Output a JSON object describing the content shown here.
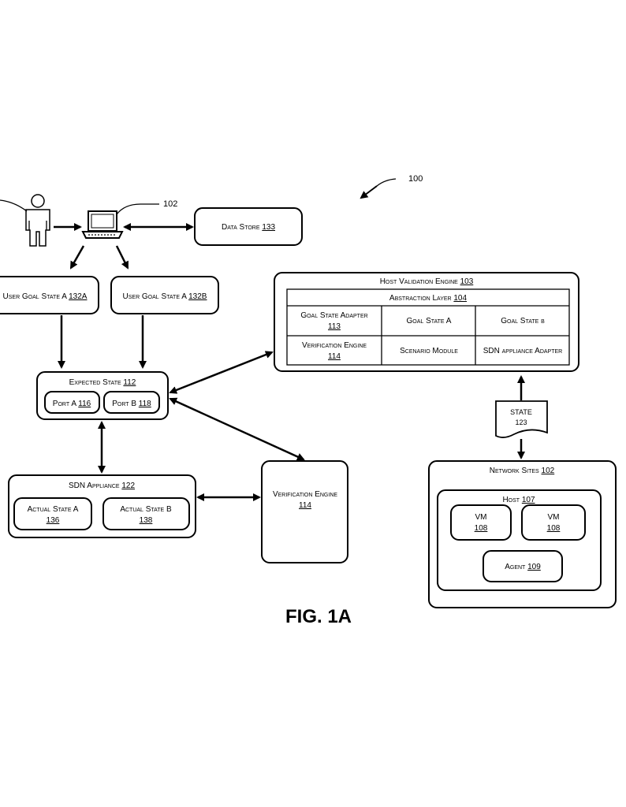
{
  "figure": {
    "ref_system": "100",
    "ref_computer": "102",
    "caption": "FIG. 1A"
  },
  "data_store": {
    "name": "Data Store",
    "num": "133"
  },
  "user_goal_a": {
    "name": "User Goal State A",
    "num": "132A"
  },
  "user_goal_b": {
    "name": "User Goal State A",
    "num": "132B"
  },
  "expected_state": {
    "name": "Expected State",
    "num": "112",
    "port_a": {
      "name": "Port A",
      "num": "116"
    },
    "port_b": {
      "name": "Port B",
      "num": "118"
    }
  },
  "sdn_appliance": {
    "name": "SDN Appliance",
    "num": "122",
    "actual_a": {
      "name": "Actual State A",
      "num": "136"
    },
    "actual_b": {
      "name": "Actual State B",
      "num": "138"
    }
  },
  "verification_engine": {
    "name": "Verification Engine",
    "num": "114"
  },
  "host_validation": {
    "name": "Host Validation Engine",
    "num": "103",
    "abstraction": {
      "name": "Abstraction Layer",
      "num": "104"
    },
    "goal_adapter": {
      "name": "Goal State Adapter",
      "num": "113"
    },
    "goal_state_a": "Goal State A",
    "goal_state_b": "Goal State b",
    "verif_engine": {
      "name": "Verification Engine",
      "num": "114"
    },
    "scenario": "Scenario Module",
    "sdn_adapter": "SDN appliance Adapter"
  },
  "state_doc": {
    "name": "STATE",
    "num": "123"
  },
  "network_sites": {
    "name": "Network Sites",
    "num": "102",
    "host": {
      "name": "Host",
      "num": "107"
    },
    "vm1": {
      "name": "VM",
      "num": "108"
    },
    "vm2": {
      "name": "VM",
      "num": "108"
    },
    "agent": {
      "name": "Agent",
      "num": "109"
    }
  }
}
